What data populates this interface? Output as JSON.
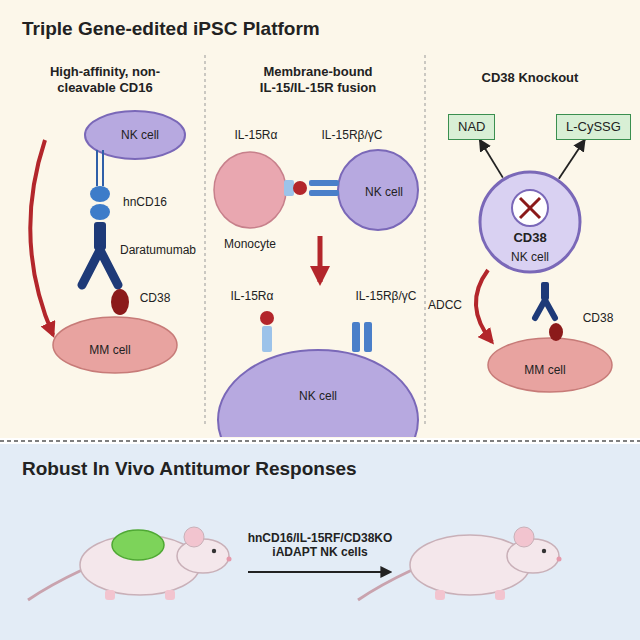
{
  "diagram": {
    "nodes": [
      {
        "text": [
          "Triple Gene-edited iPSC Platform"
        ]
      },
      {
        "text": [
          "Robust In Vivo Antitumor Responses"
        ]
      },
      {
        "text": [
          "NAD"
        ],
        "in": 0
      },
      {
        "text": [
          "L-CySSG"
        ],
        "in": 0
      },
      {
        "text": [
          "CD38"
        ],
        "in": 0
      }
    ],
    "edges": [
      {
        "from": 4,
        "to": 2,
        "arrow": "to"
      },
      {
        "from": 4,
        "to": 3,
        "arrow": "to"
      }
    ],
    "labels": [
      "High-affinity, non-cleavable CD16",
      "NK cell",
      "hnCD16",
      "Daratumumab",
      "CD38",
      "MM cell",
      "Membrane-bound IL-15/IL-15R fusion",
      "IL-15Rα",
      "IL-15Rβ/γC",
      "Monocyte",
      "NK cell",
      "IL-15Rα",
      "IL-15Rβ/γC",
      "NK cell",
      "CD38 Knockout",
      "NK cell",
      "ADCC",
      "CD38",
      "MM cell",
      "hnCD16/IL-15RF/CD38KO iADAPT NK cells"
    ]
  }
}
